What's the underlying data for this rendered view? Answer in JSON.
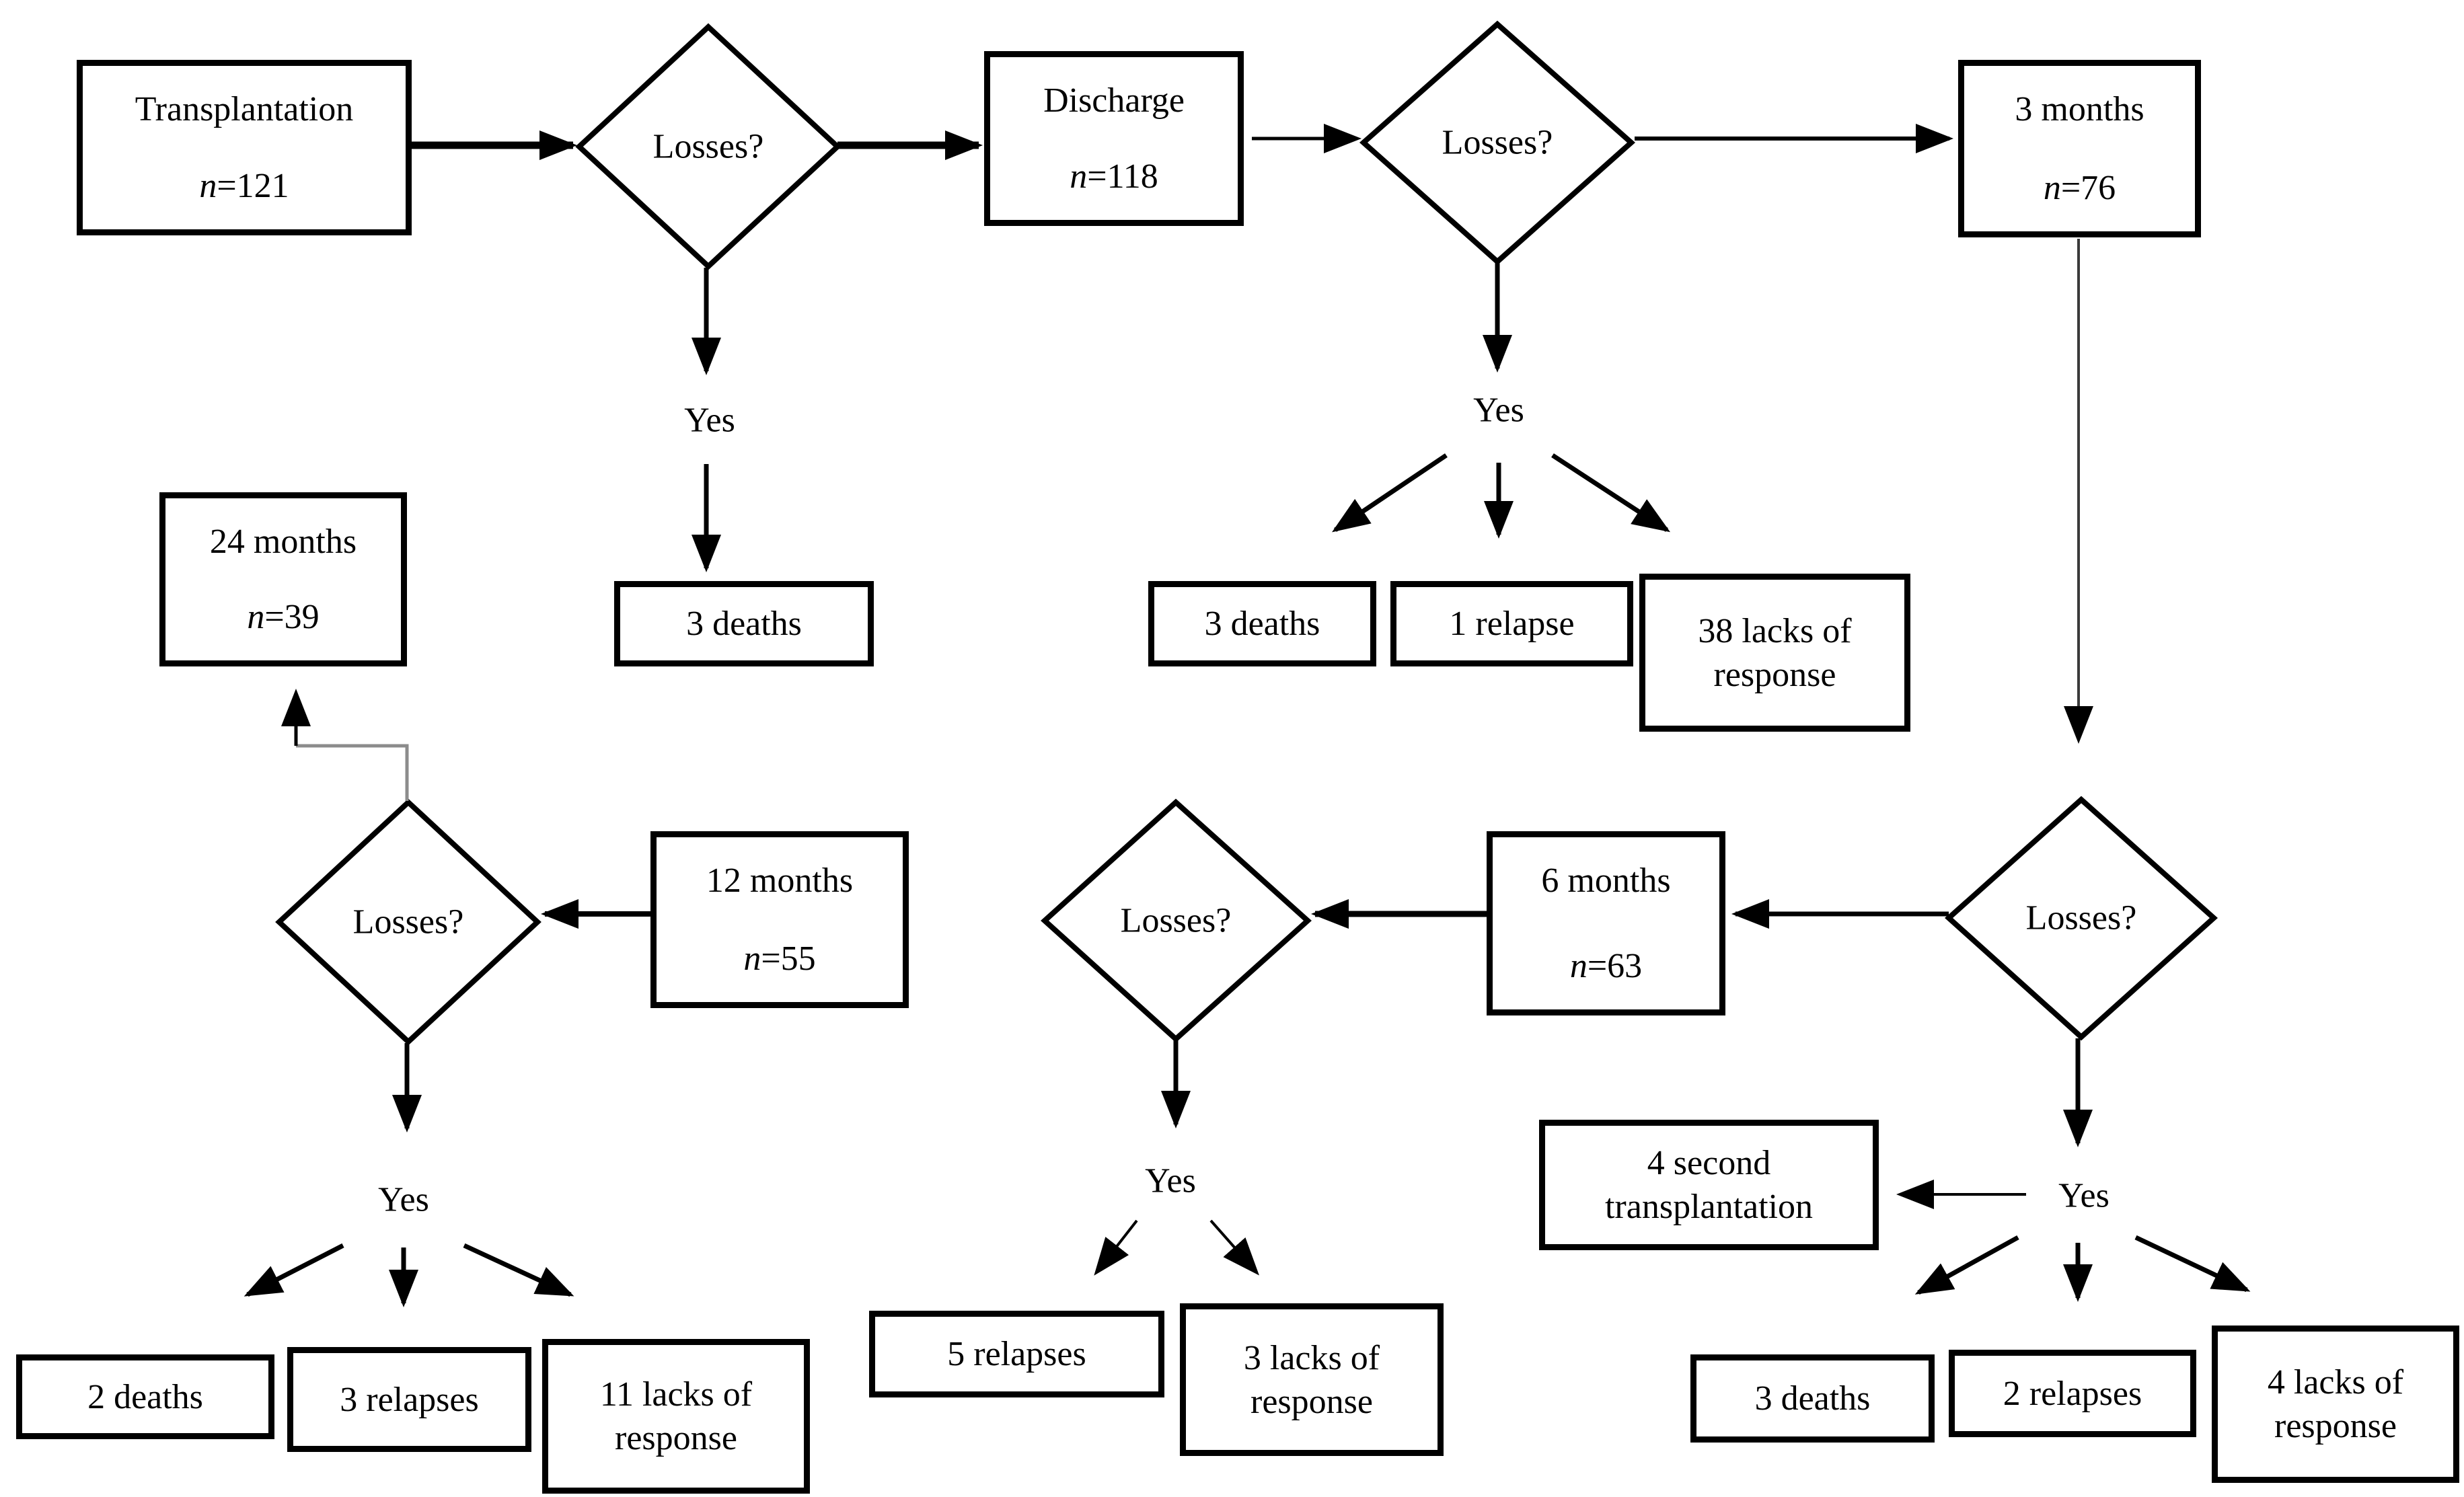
{
  "diagram": {
    "kind": "patient-flow flowchart",
    "background_color": "#ffffff",
    "line_color": "#000000",
    "elbow_color": "#8c8c8c",
    "decision_label": "Losses?"
  },
  "nodes": {
    "transplantation": {
      "label": "Transplantation",
      "n_prefix": "n",
      "n_value": "=121"
    },
    "losses1": {
      "label": "Losses?"
    },
    "discharge": {
      "label": "Discharge",
      "n_prefix": "n",
      "n_value": "=118"
    },
    "losses2": {
      "label": "Losses?"
    },
    "months3": {
      "label": "3 months",
      "n_prefix": "n",
      "n_value": "=76"
    },
    "yes1": {
      "label": "Yes"
    },
    "deaths_after_transplantation": {
      "label": "3 deaths"
    },
    "yes2": {
      "label": "Yes"
    },
    "deaths_after_discharge": {
      "label": "3 deaths"
    },
    "relapse_after_discharge": {
      "label": "1 relapse"
    },
    "lacks_after_discharge": {
      "line1": "38 lacks of",
      "line2": "response"
    },
    "months24": {
      "label": "24 months",
      "n_prefix": "n",
      "n_value": "=39"
    },
    "losses3": {
      "label": "Losses?"
    },
    "months12": {
      "label": "12 months",
      "n_prefix": "n",
      "n_value": "=55"
    },
    "losses4": {
      "label": "Losses?"
    },
    "months6": {
      "label": "6 months",
      "n_prefix": "n",
      "n_value": "=63"
    },
    "losses5": {
      "label": "Losses?"
    },
    "yes3": {
      "label": "Yes"
    },
    "deaths_at_24m": {
      "label": "2 deaths"
    },
    "relapses_at_24m": {
      "label": "3 relapses"
    },
    "lacks_at_24m": {
      "line1": "11 lacks of",
      "line2": "response"
    },
    "yes4": {
      "label": "Yes"
    },
    "relapses_at_12m": {
      "label": "5 relapses"
    },
    "lacks_at_12m": {
      "line1": "3 lacks of",
      "line2": "response"
    },
    "yes5": {
      "label": "Yes"
    },
    "second_transplantation": {
      "line1": "4 second",
      "line2": "transplantation"
    },
    "deaths_at_6m": {
      "label": "3 deaths"
    },
    "relapses_at_6m": {
      "label": "2 relapses"
    },
    "lacks_at_6m": {
      "line1": "4 lacks of",
      "line2": "response"
    }
  }
}
